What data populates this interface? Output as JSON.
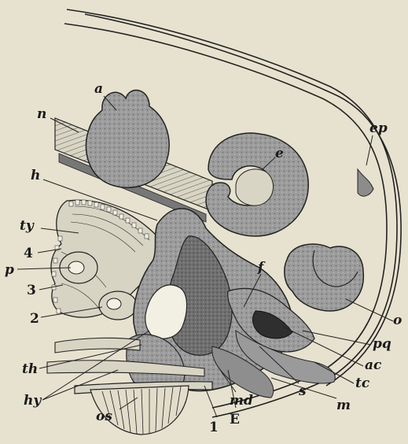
{
  "colors": {
    "paper": "#e7e2cf",
    "ink": "#1a1a1a",
    "tissue_dark": "#7a7a7a",
    "tissue_mid": "#9a9a9a",
    "tissue_light": "#b4b4b4",
    "cell_fill": "#d8d4c4"
  },
  "labels": {
    "a": "a",
    "n": "n",
    "e": "e",
    "ep": "ep",
    "h": "h",
    "ty": "ty",
    "four": "4",
    "p": "p",
    "three": "3",
    "two": "2",
    "f": "f",
    "o": "o",
    "pq": "pq",
    "ac": "ac",
    "tc": "tc",
    "th": "th",
    "hy": "hy",
    "md": "md",
    "s": "s",
    "m": "m",
    "E": "E",
    "one": "1",
    "os": "os"
  }
}
